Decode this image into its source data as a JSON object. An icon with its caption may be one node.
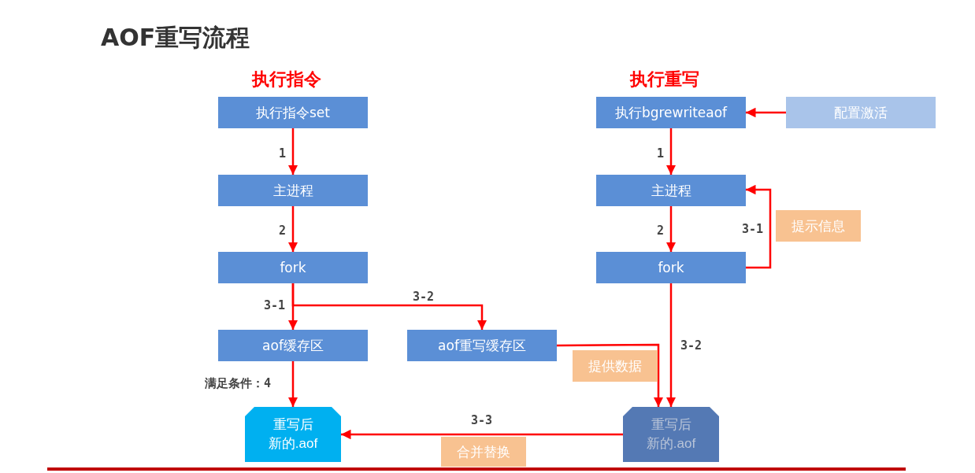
{
  "diagram": {
    "title": "AOF重写流程",
    "nodes": [
      {
        "text": [
          "执行指令set"
        ],
        "beside": [
          "执行指令"
        ]
      },
      {
        "text": [
          "主进程"
        ]
      },
      {
        "text": [
          "fork"
        ]
      },
      {
        "text": [
          "aof缓存区"
        ]
      },
      {
        "text": [
          "aof重写缓存区"
        ]
      },
      {
        "text": [
          "重写后新的.aof"
        ]
      },
      {
        "text": [
          "执行bgrewriteaof"
        ],
        "beside": [
          "执行重写"
        ]
      },
      {
        "text": [
          "配置激活"
        ]
      },
      {
        "text": [
          "主进程"
        ]
      },
      {
        "text": [
          "fork"
        ]
      },
      {
        "text": [
          "重写后新的.aof"
        ]
      },
      {
        "text": [
          "提示信息"
        ]
      },
      {
        "text": [
          "提供数据"
        ]
      },
      {
        "text": [
          "合并替换"
        ]
      }
    ],
    "edges": [
      {
        "from": 0,
        "to": 1,
        "arrow": "to",
        "label": "1"
      },
      {
        "from": 1,
        "to": 2,
        "arrow": "to",
        "label": "2"
      },
      {
        "from": 2,
        "to": 3,
        "arrow": "to",
        "label": "3-1"
      },
      {
        "from": 2,
        "to": 4,
        "arrow": "to",
        "label": "3-2"
      },
      {
        "from": 3,
        "to": 5,
        "arrow": "to",
        "label": "满足条件：4"
      },
      {
        "from": 4,
        "to": 10,
        "arrow": "to"
      },
      {
        "from": 7,
        "to": 6,
        "arrow": "to"
      },
      {
        "from": 6,
        "to": 8,
        "arrow": "to",
        "label": "1"
      },
      {
        "from": 8,
        "to": 9,
        "arrow": "to",
        "label": "2"
      },
      {
        "from": 9,
        "to": 8,
        "arrow": "to",
        "label": "3-1"
      },
      {
        "from": 9,
        "to": 10,
        "arrow": "to",
        "label": "3-2"
      },
      {
        "from": 10,
        "to": 5,
        "arrow": "to",
        "label": "3-3"
      }
    ]
  }
}
